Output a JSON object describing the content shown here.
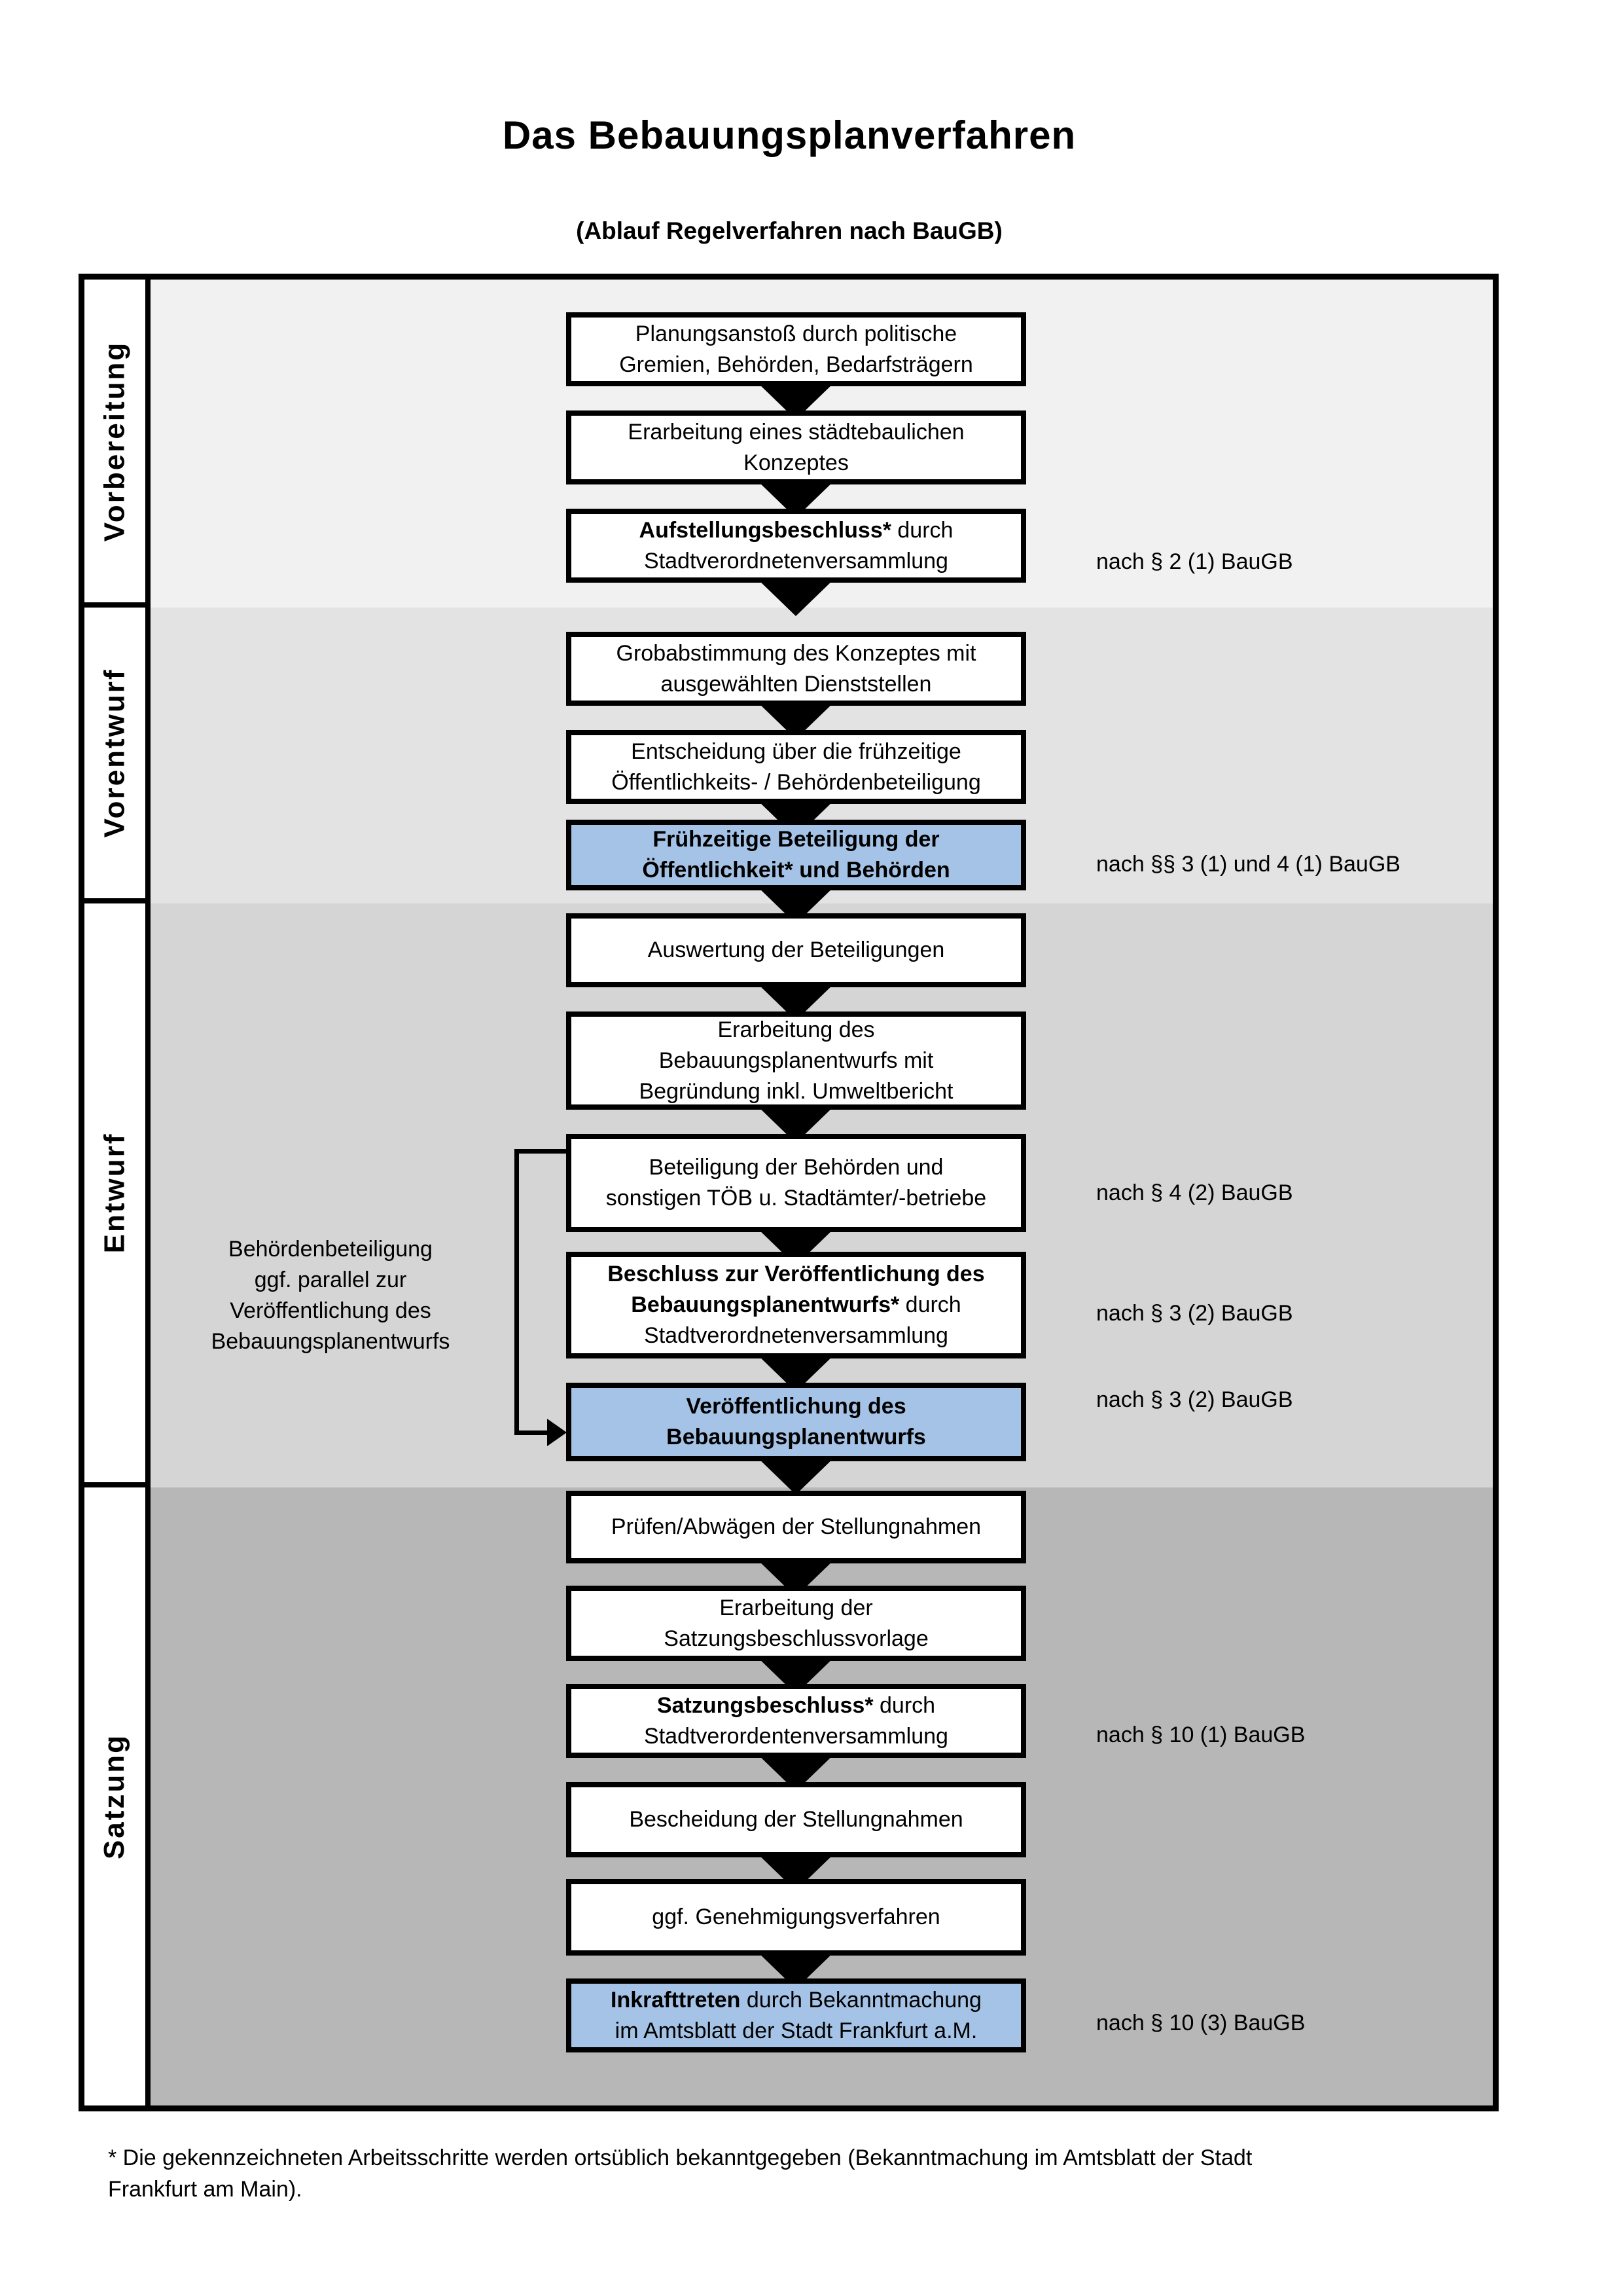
{
  "title": "Das Bebauungsplanverfahren",
  "subtitle": "(Ablauf Regelverfahren nach BauGB)",
  "colors": {
    "highlight_blue": "#A5C3E6",
    "band_vorbereitung": "#F1F1F1",
    "band_vorentwurf": "#E3E3E3",
    "band_entwurf": "#D5D5D5",
    "band_satzung": "#B7B7B7",
    "box_border": "#000000"
  },
  "phases": [
    {
      "label": "Vorbereitung"
    },
    {
      "label": "Vorentwurf"
    },
    {
      "label": "Entwurf"
    },
    {
      "label": "Satzung"
    }
  ],
  "flow": {
    "steps": [
      {
        "lines": [
          {
            "normal": "Planungsanstoß durch politische"
          },
          {
            "normal": "Gremien, Behörden, Bedarfsträgern"
          }
        ]
      },
      {
        "lines": [
          {
            "normal": "Erarbeitung eines städtebaulichen"
          },
          {
            "normal": "Konzeptes"
          }
        ]
      },
      {
        "lines": [
          {
            "bold": "Aufstellungsbeschluss*",
            "normal": " durch"
          },
          {
            "normal": "Stadtverordnetenversammlung"
          }
        ]
      },
      {
        "lines": [
          {
            "normal": "Grobabstimmung des Konzeptes mit"
          },
          {
            "normal": "ausgewählten Dienststellen"
          }
        ]
      },
      {
        "lines": [
          {
            "normal": "Entscheidung über die frühzeitige"
          },
          {
            "normal": "Öffentlichkeits- / Behördenbeteiligung"
          }
        ]
      },
      {
        "lines": [
          {
            "bold": "Frühzeitige Beteiligung der"
          },
          {
            "bold": "Öffentlichkeit* und Behörden"
          }
        ]
      },
      {
        "lines": [
          {
            "normal": "Auswertung der Beteiligungen"
          }
        ]
      },
      {
        "lines": [
          {
            "normal": "Erarbeitung des"
          },
          {
            "normal": "Bebauungsplanentwurfs mit"
          },
          {
            "normal": "Begründung inkl. Umweltbericht"
          }
        ]
      },
      {
        "lines": [
          {
            "normal": "Beteiligung der Behörden und"
          },
          {
            "normal": "sonstigen TÖB u. Stadtämter/-betriebe"
          }
        ]
      },
      {
        "lines": [
          {
            "bold": "Beschluss zur Veröffentlichung des"
          },
          {
            "bold": "Bebauungsplanentwurfs*",
            "normal": " durch"
          },
          {
            "normal": "Stadtverordnetenversammlung"
          }
        ]
      },
      {
        "lines": [
          {
            "bold": "Veröffentlichung des"
          },
          {
            "bold": "Bebauungsplanentwurfs"
          }
        ]
      },
      {
        "lines": [
          {
            "normal": "Prüfen/Abwägen der Stellungnahmen"
          }
        ]
      },
      {
        "lines": [
          {
            "normal": "Erarbeitung der"
          },
          {
            "normal": "Satzungsbeschlussvorlage"
          }
        ]
      },
      {
        "lines": [
          {
            "bold": "Satzungsbeschluss*",
            "normal": " durch"
          },
          {
            "normal": "Stadtverordentenversammlung"
          }
        ]
      },
      {
        "lines": [
          {
            "normal": "Bescheidung der Stellungnahmen"
          }
        ]
      },
      {
        "lines": [
          {
            "normal": "ggf. Genehmigungsverfahren"
          }
        ]
      },
      {
        "lines": [
          {
            "bold": "Inkrafttreten",
            "normal": " durch Bekanntmachung"
          },
          {
            "normal": "im Amtsblatt der Stadt Frankfurt a.M."
          }
        ]
      }
    ]
  },
  "refs": [
    "nach § 2 (1) BauGB",
    "nach §§ 3 (1) und 4 (1) BauGB",
    "nach § 4 (2) BauGB",
    "nach § 3 (2) BauGB",
    "nach § 3 (2) BauGB",
    "nach § 10 (1) BauGB",
    "nach § 10 (3) BauGB"
  ],
  "annotation": "Behördenbeteiligung\nggf. parallel zur\nVeröffentlichung des\nBebauungsplanentwurfs",
  "footnote": "* Die gekennzeichneten Arbeitsschritte werden ortsüblich bekanntgegeben (Bekanntmachung im Amtsblatt  der Stadt\nFrankfurt am Main)."
}
